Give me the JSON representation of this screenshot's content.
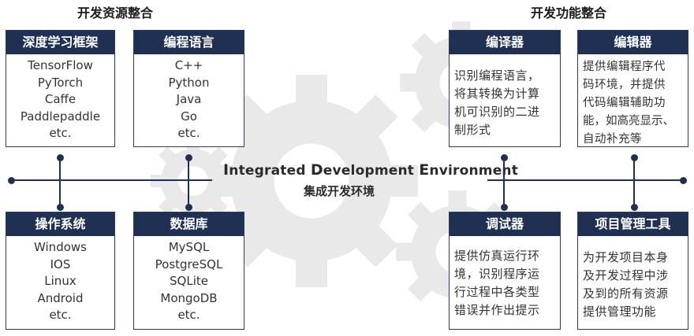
{
  "left_title": "开发资源整合",
  "right_title": "开发功能整合",
  "center": {
    "title_words": [
      {
        "cap": "I",
        "rest": "ntegrated "
      },
      {
        "cap": "D",
        "rest": "evelopment "
      },
      {
        "cap": "E",
        "rest": "nvironment"
      }
    ],
    "subtitle": "集成开发环境"
  },
  "boxes": {
    "frameworks": {
      "title": "深度学习框架",
      "items": [
        "TensorFlow",
        "PyTorch",
        "Caffe",
        "Paddlepaddle",
        "etc."
      ]
    },
    "languages": {
      "title": "编程语言",
      "items": [
        "C++",
        "Python",
        "Java",
        "Go",
        "etc."
      ]
    },
    "os": {
      "title": "操作系统",
      "items": [
        "Windows",
        "IOS",
        "Linux",
        "Android",
        "etc."
      ]
    },
    "databases": {
      "title": "数据库",
      "items": [
        "MySQL",
        "PostgreSQL",
        "SQLite",
        "MongoDB",
        "etc."
      ]
    },
    "compiler": {
      "title": "编译器",
      "lines": [
        "识别编程语言，",
        "将其转换为计算",
        "机可识别的二进",
        "制形式"
      ]
    },
    "editor": {
      "title": "编辑器",
      "lines": [
        "提供编辑程序代",
        "码环境，并提供",
        "代码编辑辅助功",
        "能，如高亮显示、",
        "自动补充等"
      ]
    },
    "debugger": {
      "title": "调试器",
      "lines": [
        "提供仿真运行环",
        "境，识别程序运",
        "行过程中各类型",
        "错误并作出提示"
      ]
    },
    "project_tool": {
      "title": "项目管理工具",
      "lines": [
        "为开发项目本身",
        "及开发过程中涉",
        "及到的所有资源",
        "提供管理功能"
      ]
    }
  },
  "colors": {
    "accent": "#1f3052",
    "gear": "#e9e9e9"
  }
}
